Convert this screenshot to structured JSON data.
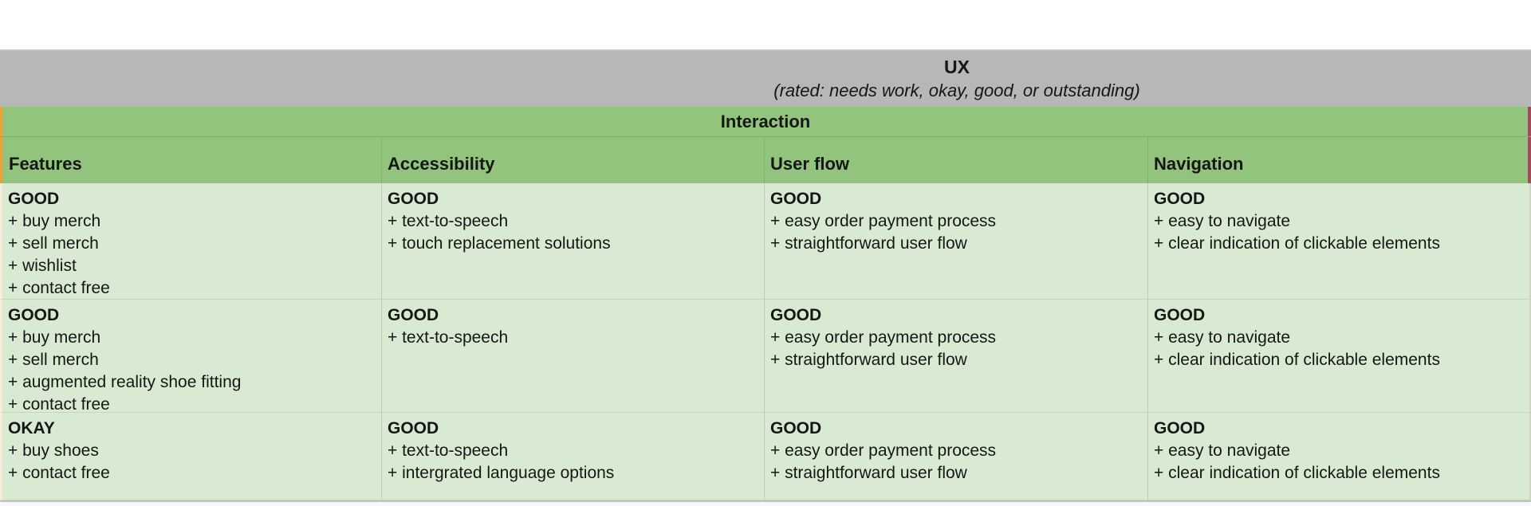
{
  "colors": {
    "gray_band": "#b7b7b7",
    "section_green": "#93c47d",
    "cell_green": "#d9ead3",
    "left_border_orange": "#e8a33c",
    "left_border_pale": "#f4eed6",
    "right_border_maroon": "#9b515b"
  },
  "title": {
    "main": "UX",
    "subtitle": "(rated: needs work, okay, good, or outstanding)"
  },
  "section_header": "Interaction",
  "columns": [
    "Features",
    "Accessibility",
    "User flow",
    "Navigation"
  ],
  "rows": [
    {
      "cells": [
        {
          "rating": "GOOD",
          "items": [
            "+ buy merch",
            "+ sell merch",
            "+ wishlist",
            "+ contact free"
          ]
        },
        {
          "rating": "GOOD",
          "items": [
            "+ text-to-speech",
            "+ touch replacement solutions"
          ]
        },
        {
          "rating": "GOOD",
          "items": [
            "+ easy order payment process",
            "+ straightforward user flow"
          ]
        },
        {
          "rating": "GOOD",
          "items": [
            "+ easy to navigate",
            "+ clear indication of clickable elements"
          ]
        }
      ]
    },
    {
      "cells": [
        {
          "rating": "GOOD",
          "items": [
            "+ buy merch",
            "+ sell merch",
            "+ augmented reality shoe fitting",
            "+ contact free"
          ]
        },
        {
          "rating": "GOOD",
          "items": [
            "+ text-to-speech"
          ]
        },
        {
          "rating": "GOOD",
          "items": [
            "+ easy order payment process",
            "+ straightforward user flow"
          ]
        },
        {
          "rating": "GOOD",
          "items": [
            "+ easy to navigate",
            "+ clear indication of clickable elements"
          ]
        }
      ]
    },
    {
      "cells": [
        {
          "rating": "OKAY",
          "items": [
            "+ buy shoes",
            "+ contact free"
          ]
        },
        {
          "rating": "GOOD",
          "items": [
            "+ text-to-speech",
            "+ intergrated language options"
          ]
        },
        {
          "rating": "GOOD",
          "items": [
            "+ easy order payment process",
            "+ straightforward user flow"
          ]
        },
        {
          "rating": "GOOD",
          "items": [
            "+ easy to navigate",
            "+ clear indication of clickable elements"
          ]
        }
      ]
    }
  ]
}
